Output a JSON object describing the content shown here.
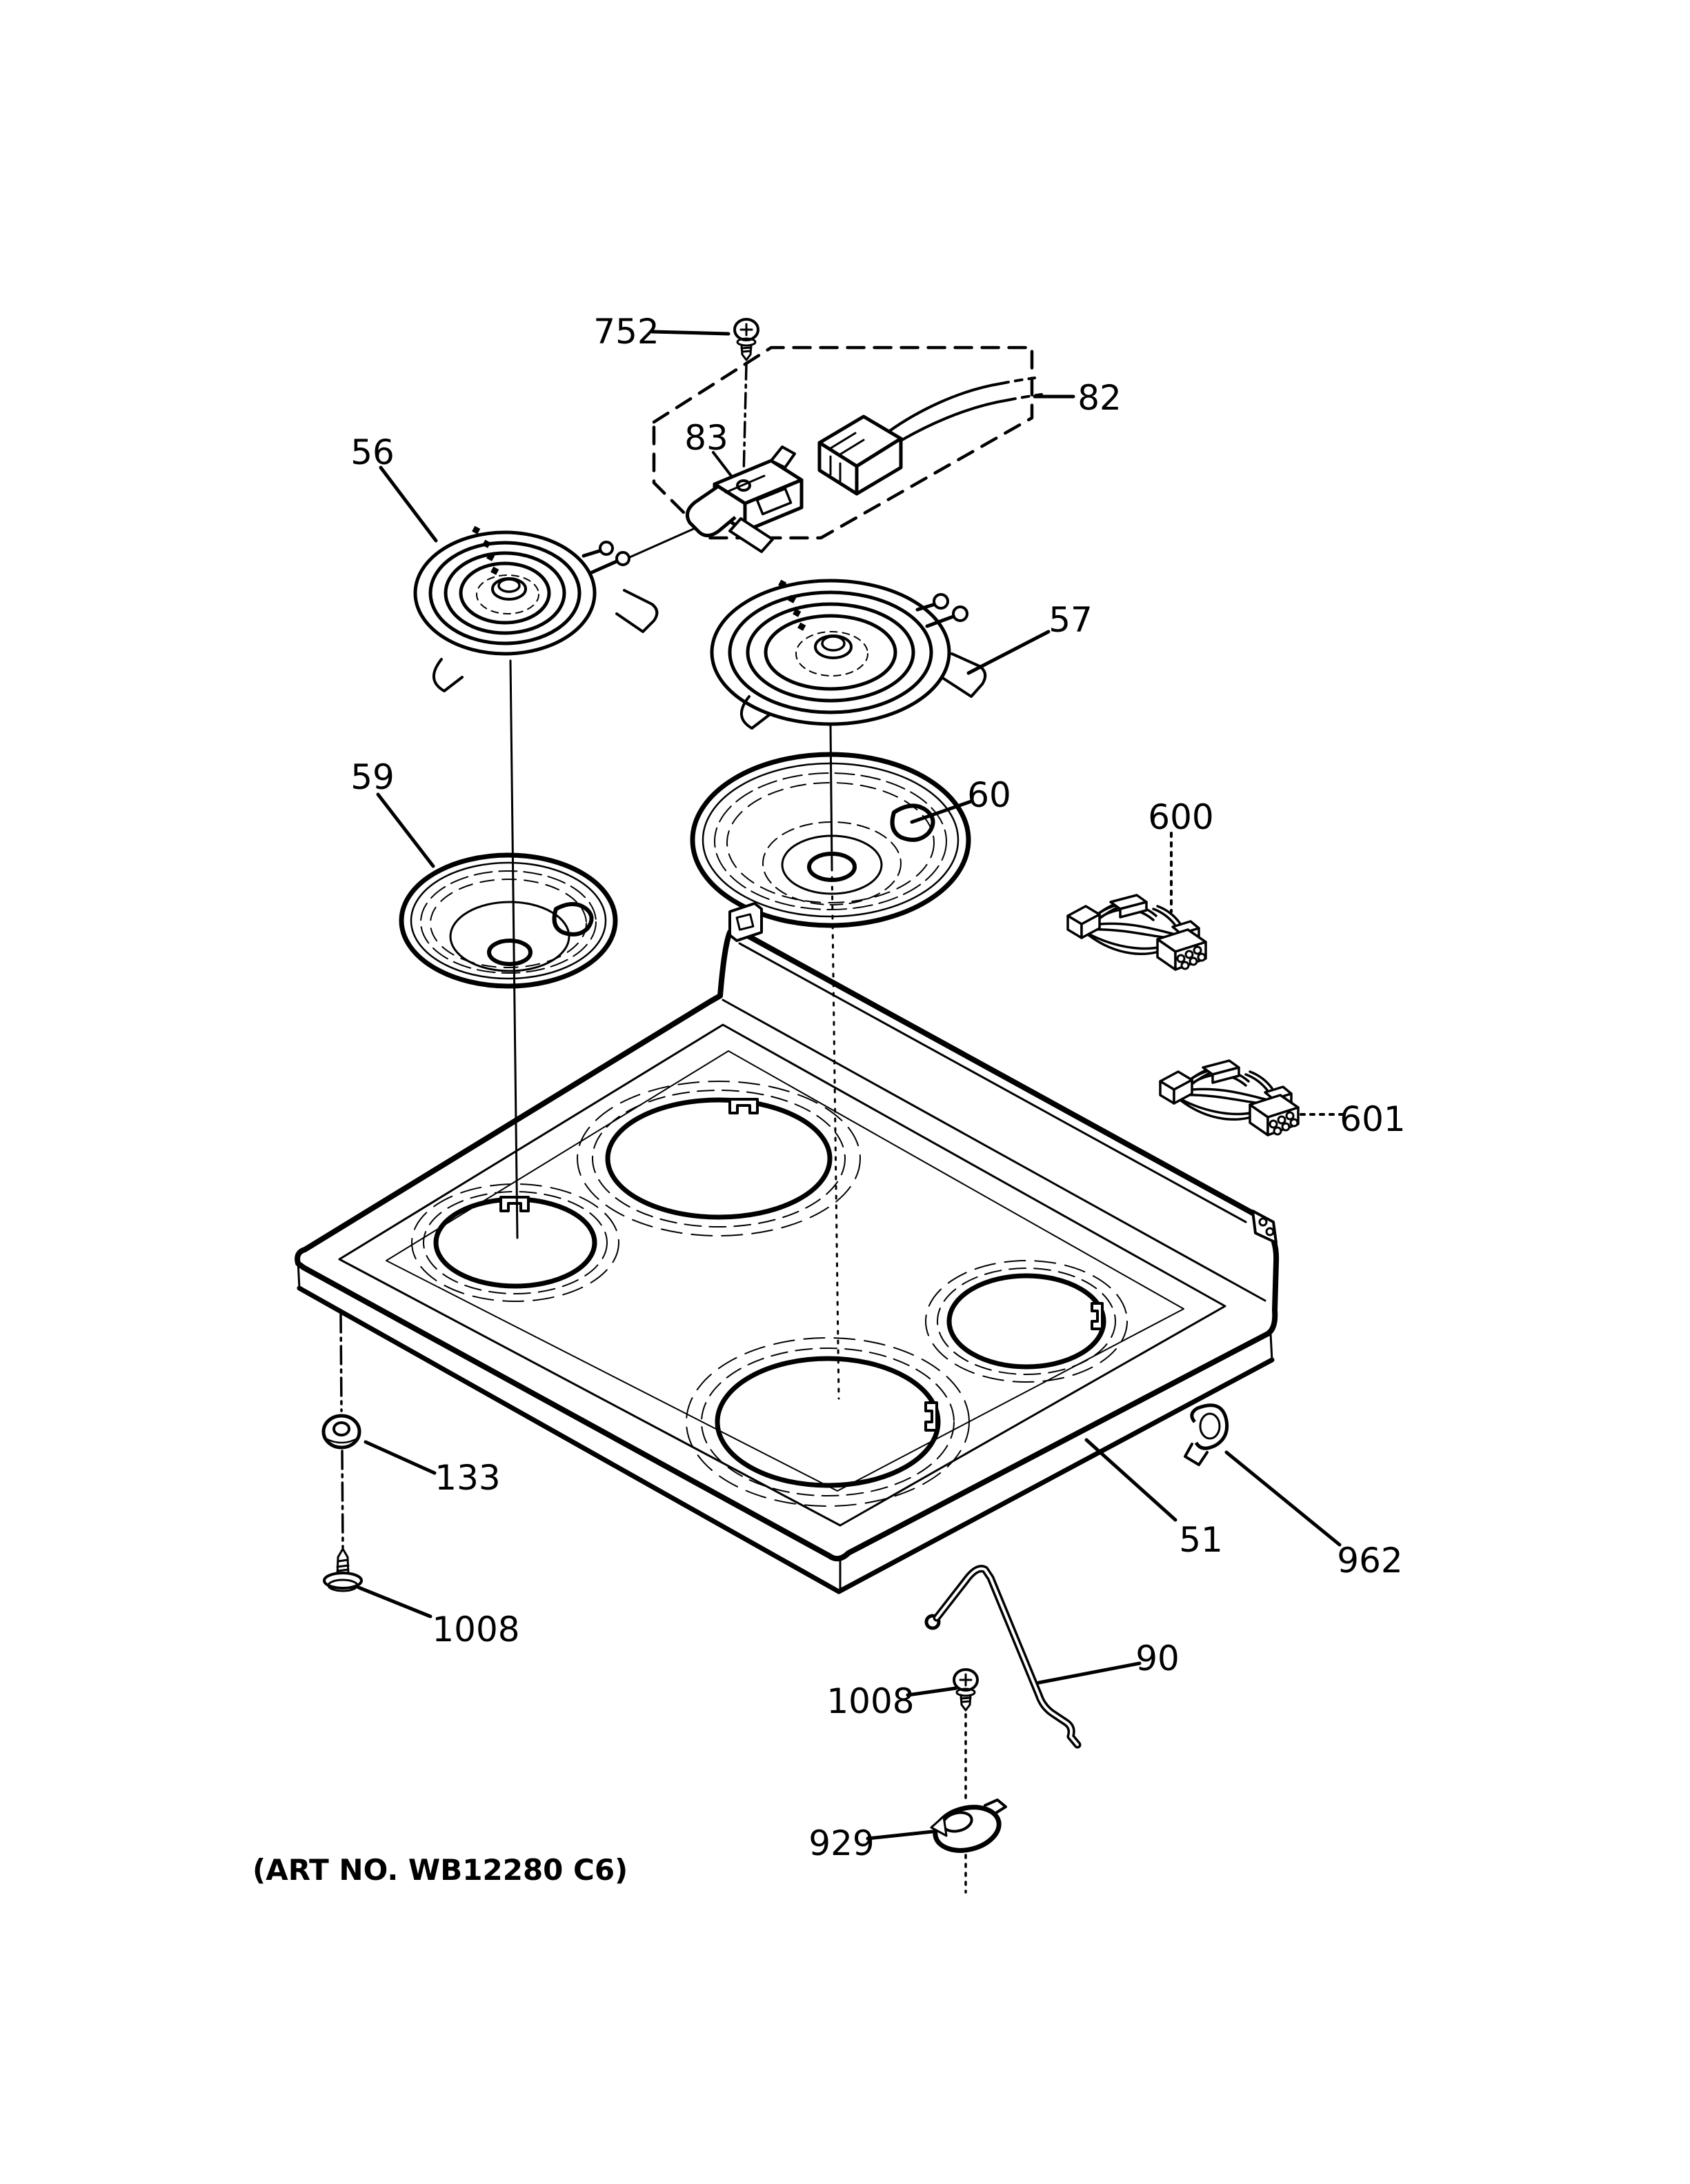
{
  "diagram": {
    "art_no": "(ART NO. WB12280 C6)",
    "colors": {
      "background": "#ffffff",
      "ink": "#000000"
    },
    "callouts": [
      {
        "part": "mounting-screw-top",
        "label": "752"
      },
      {
        "part": "sensor-harness-assembly",
        "label": "82"
      },
      {
        "part": "sensor-switch-bracket",
        "label": "83"
      },
      {
        "part": "surface-element-6in",
        "label": "56"
      },
      {
        "part": "surface-element-8in",
        "label": "57"
      },
      {
        "part": "drip-bowl-6in",
        "label": "59"
      },
      {
        "part": "drip-bowl-8in",
        "label": "60"
      },
      {
        "part": "wire-harness-upper",
        "label": "600"
      },
      {
        "part": "wire-harness-lower",
        "label": "601"
      },
      {
        "part": "grommet",
        "label": "133"
      },
      {
        "part": "screw-left",
        "label": "1008"
      },
      {
        "part": "main-cooktop-panel",
        "label": "51"
      },
      {
        "part": "cable-clamp",
        "label": "962"
      },
      {
        "part": "support-rod",
        "label": "90"
      },
      {
        "part": "screw-front",
        "label": "1008"
      },
      {
        "part": "retainer-clip",
        "label": "929"
      }
    ]
  }
}
